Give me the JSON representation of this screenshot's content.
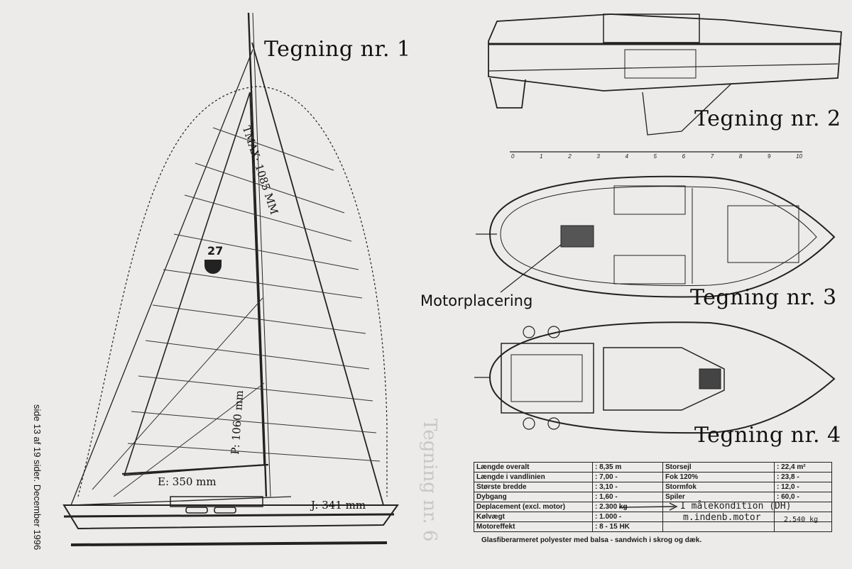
{
  "drawings": {
    "t1": "Tegning nr. 1",
    "t2": "Tegning nr. 2",
    "t3": "Tegning nr. 3",
    "t4": "Tegning nr. 4",
    "motor_label": "Motorplacering"
  },
  "sail_dims": {
    "tmax": "TMAX: 1085 MM",
    "p": "P: 1060 mm",
    "e": "E: 350 mm",
    "j": "J: 341 mm",
    "sail_number": "27"
  },
  "page_note": "side 13 af 19 sider. December 1996",
  "ghost_text": "Tegning nr. 6",
  "specs": [
    {
      "k": "Længde overalt",
      "v": ": 8,35 m",
      "k2": "Storsejl",
      "v2": ": 22,4 m²"
    },
    {
      "k": "Længde i vandlinien",
      "v": ": 7,00  -",
      "k2": "Fok 120%",
      "v2": ": 23,8  -"
    },
    {
      "k": "Største bredde",
      "v": ": 3,10  -",
      "k2": "Stormfok",
      "v2": ": 12,0  -"
    },
    {
      "k": "Dybgang",
      "v": ": 1,60  -",
      "k2": "Spiler",
      "v2": ": 60,0  -"
    },
    {
      "k": "Deplacement  (excl. motor)",
      "v": ": 2.300 kg",
      "k2": "",
      "v2": ""
    },
    {
      "k": "Kølvægt",
      "v": ": 1.000  -",
      "k2": "",
      "v2": ""
    },
    {
      "k": "Motoreffekt",
      "v": ": 8 - 15 HK",
      "k2": "",
      "v2": ""
    }
  ],
  "footer": "Glasfiberarmeret polyester med balsa - sandwich i skrog og dæk.",
  "handwritten": {
    "line1": "I målekondition (DH)",
    "line2": "m.indenb.motor",
    "value": "2.540 kg"
  },
  "scale_numbers": [
    "0",
    "1",
    "2",
    "3",
    "4",
    "5",
    "6",
    "7",
    "8",
    "9",
    "10"
  ]
}
